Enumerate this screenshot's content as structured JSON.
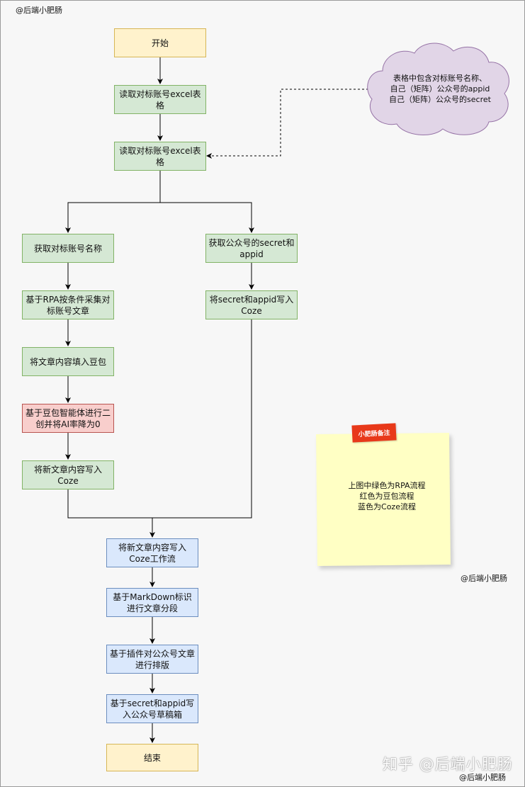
{
  "watermarks": {
    "top_left": "@后端小肥肠",
    "bottom_right_small": "@后端小肥肠",
    "bottom_right_large": "知乎 @后端小肥肠"
  },
  "nodes": {
    "start": "开始",
    "read_excel_1": "读取对标账号excel表格",
    "read_excel_2": "读取对标账号excel表格",
    "get_account_name": "获取对标账号名称",
    "rpa_collect": "基于RPA按条件采集对标账号文章",
    "fill_doubao": "将文章内容填入豆包",
    "doubao_rewrite": "基于豆包智能体进行二创并将AI率降为0",
    "write_coze_left": "将新文章内容写入Coze",
    "get_secret": "获取公众号的secret和appid",
    "write_secret_coze": "将secret和appid写入Coze",
    "coze_workflow": "将新文章内容写入Coze工作流",
    "markdown_split": "基于MarkDown标识进行文章分段",
    "plugin_layout": "基于插件对公众号文章进行排版",
    "write_drafts": "基于secret和appid写入公众号草稿箱",
    "end": "结束"
  },
  "cloud_note": {
    "line1": "表格中包含对标账号名称、",
    "line2": "自己（矩阵）公众号的appid",
    "line3": "自己（矩阵）公众号的secret"
  },
  "sticky_note": {
    "tape_label": "小肥肠备注",
    "line1": "上图中绿色为RPA流程",
    "line2": "红色为豆包流程",
    "line3": "蓝色为Coze流程"
  },
  "legend_colors": {
    "rpa": "#d5e8d4",
    "doubao": "#f8cecc",
    "coze": "#dae8fc",
    "terminal": "#fff2cc",
    "cloud": "#e1d5e7"
  }
}
